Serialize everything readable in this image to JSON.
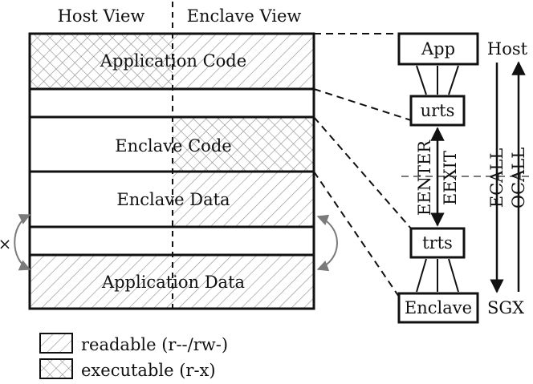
{
  "headers": {
    "host_view": "Host View",
    "enclave_view": "Enclave View"
  },
  "memory_regions": [
    {
      "id": "application-code",
      "label": "Application Code",
      "host": "executable",
      "enclave": "readable"
    },
    {
      "id": "gap-1",
      "label": "",
      "host": "none",
      "enclave": "none"
    },
    {
      "id": "enclave-code",
      "label": "Enclave Code",
      "host": "none",
      "enclave": "executable"
    },
    {
      "id": "enclave-data",
      "label": "Enclave Data",
      "host": "none",
      "enclave": "readable"
    },
    {
      "id": "gap-2",
      "label": "",
      "host": "none",
      "enclave": "none"
    },
    {
      "id": "application-data",
      "label": "Application Data",
      "host": "readable",
      "enclave": "readable"
    }
  ],
  "stack": {
    "app": "App",
    "urts": "urts",
    "trts": "trts",
    "enclave": "Enclave",
    "host": "Host",
    "sgx": "SGX",
    "eenter": "EENTER",
    "eexit": "EEXIT",
    "ecall": "ECALL",
    "ocall": "OCALL"
  },
  "access_marks": {
    "denied": "×"
  },
  "legend": [
    {
      "pattern": "readable",
      "label": "readable (r--/rw-)"
    },
    {
      "pattern": "executable",
      "label": "executable (r-x)"
    }
  ],
  "colors": {
    "ink": "#111111",
    "hatch": "#8c8c8c",
    "arc": "#7a7a7a"
  }
}
